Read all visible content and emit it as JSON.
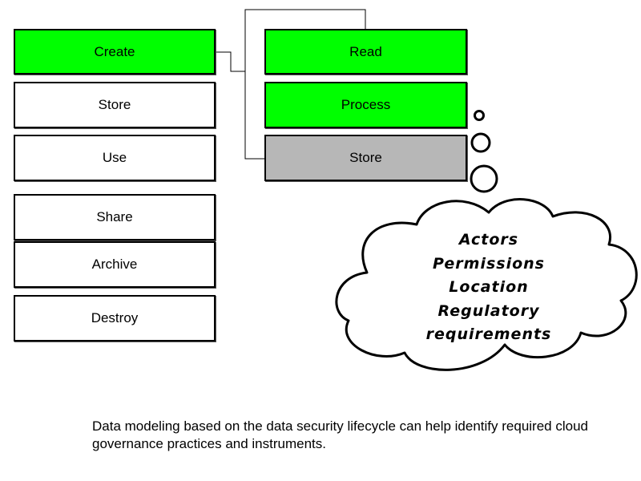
{
  "colors": {
    "active": "#00ff00",
    "inactive": "#ffffff",
    "selected": "#b7b7b7",
    "stroke": "#000000"
  },
  "lifecycle": {
    "create": "Create",
    "store": "Store",
    "use": "Use",
    "share": "Share",
    "archive": "Archive",
    "destroy": "Destroy"
  },
  "store_detail": {
    "read": "Read",
    "process": "Process",
    "store": "Store"
  },
  "thought_cloud": {
    "lines": [
      "Actors",
      "Permissions",
      "Location",
      "Regulatory",
      "requirements"
    ]
  },
  "caption": "Data modeling based on the data security lifecycle can help identify required cloud governance practices and instruments."
}
